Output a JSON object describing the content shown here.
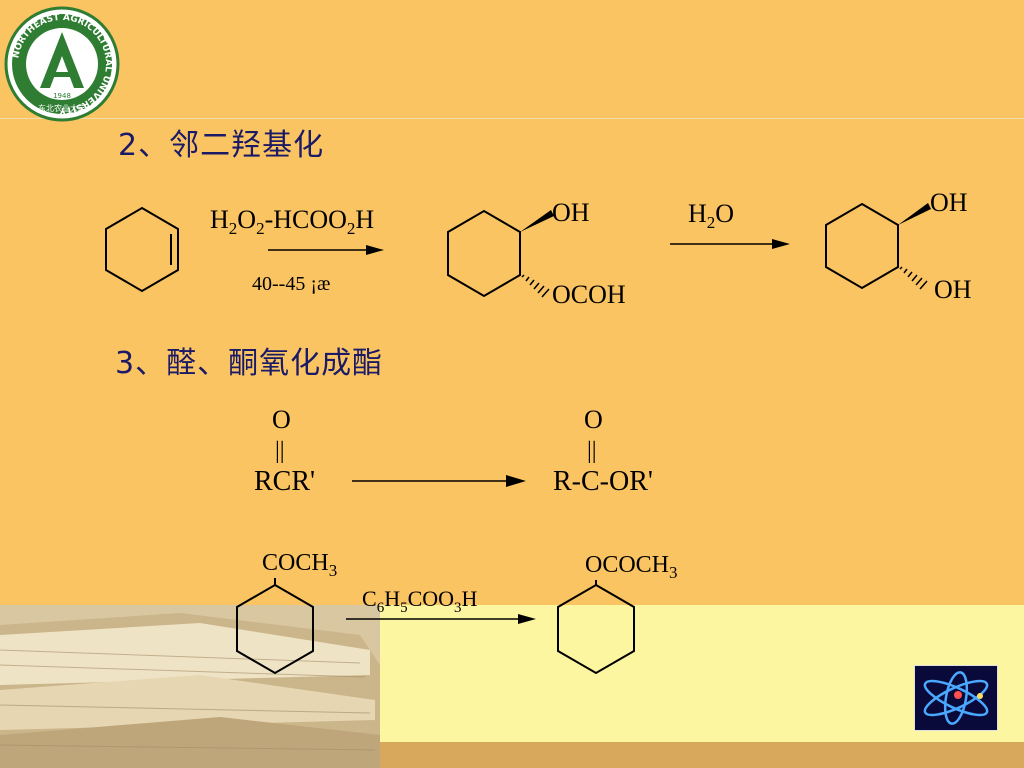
{
  "logo": {
    "ring_text": "NORTHEAST AGRICULTURAL UNIVERSITY",
    "year": "1948",
    "chinese_name": "东北农业大学"
  },
  "section2": {
    "heading": "2、邻二羟基化",
    "reagent_main": "H",
    "reagent_sub1": "2",
    "reagent_mid1": "O",
    "reagent_sub2": "2",
    "reagent_mid2": "-HCOO",
    "reagent_sub3": "2",
    "reagent_end": "H",
    "condition": "40--45  ¡æ",
    "intermediate_oh": "OH",
    "intermediate_ocoh": "OCOH",
    "water_h": "H",
    "water_sub": "2",
    "water_o": "O",
    "product_oh1": "OH",
    "product_oh2": "OH"
  },
  "section3": {
    "heading": "3、醛、酮氧化成酯",
    "reactant_o": "O",
    "reactant_dbl": "||",
    "reactant_formula": "RCR'",
    "product_o": "O",
    "product_dbl": "||",
    "product_formula": "R-C-OR'",
    "ex_reactant_group_a": "COCH",
    "ex_reactant_group_sub": "3",
    "ex_reagent_c": "C",
    "ex_reagent_s1": "6",
    "ex_reagent_h": "H",
    "ex_reagent_s2": "5",
    "ex_reagent_coo": "COO",
    "ex_reagent_s3": "3",
    "ex_reagent_h2": "H",
    "ex_product_group_a": "OCOCH",
    "ex_product_group_sub": "3"
  },
  "colors": {
    "background": "#fbc462",
    "heading": "#1a1a66",
    "panel": "#fdf6a0",
    "logo_green": "#2e7d32"
  }
}
